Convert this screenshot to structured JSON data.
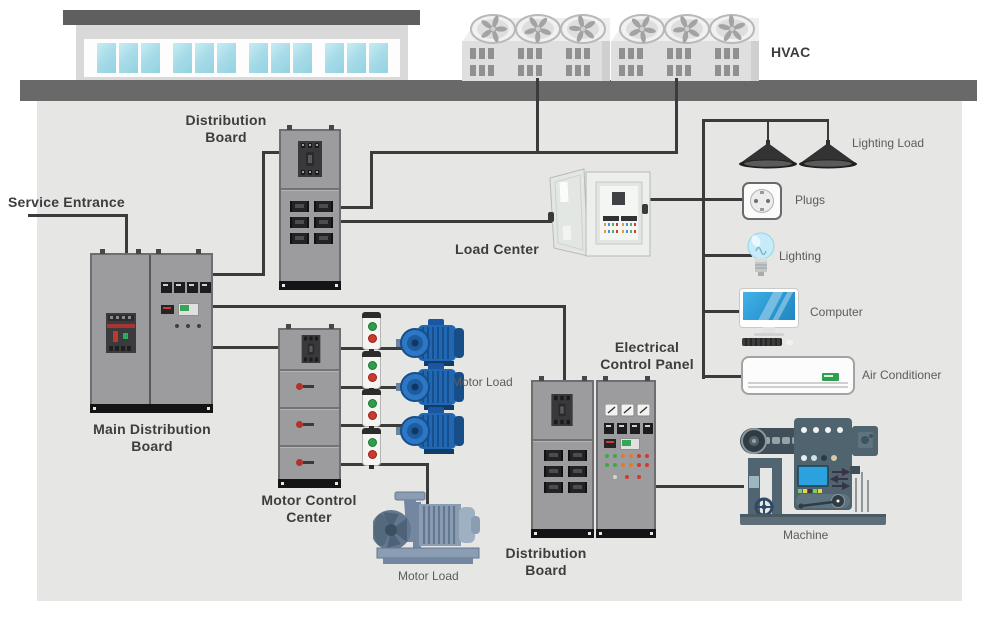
{
  "labels": {
    "hvac": "HVAC",
    "service_entrance": "Service Entrance",
    "distribution_board_top": [
      "Distribution",
      "Board"
    ],
    "load_center": "Load Center",
    "main_distribution_board": [
      "Main Distribution",
      "Board"
    ],
    "motor_control_center": [
      "Motor Control",
      "Center"
    ],
    "motor_load_motors": "Motor Load",
    "motor_load_pump": "Motor Load",
    "electrical_control_panel": [
      "Electrical",
      "Control Panel"
    ],
    "distribution_board_bottom": [
      "Distribution",
      "Board"
    ],
    "machine": "Machine",
    "lighting_load": "Lighting Load",
    "plugs": "Plugs",
    "lighting": "Lighting",
    "computer": "Computer",
    "air_conditioner": "Air Conditioner"
  },
  "colors": {
    "page_background": "#ffffff",
    "room_fill": "#e6e6e4",
    "beam_gray": "#696969",
    "roof_gray": "#5f5f5f",
    "wire": "#3b3b3b",
    "cabinet_gray": "#9c9c9e",
    "cabinet_base_black": "#141414",
    "window_glass_cyan": "#a9dce8",
    "motor_blue": "#2068b4",
    "pump_steel_blue": "#8b9db3",
    "machine_slate": "#4f646f",
    "screen_blue": "#2ba1df",
    "indicator_green": "#3aa94e",
    "indicator_red": "#d23b2e",
    "indicator_orange": "#e07b2a"
  },
  "icons": {
    "building": "factory facade with cyan windows",
    "hvac_unit": "rooftop unit with three fans",
    "pendant_lamp": "black cone pendant lamp",
    "power_socket": "schuko wall socket",
    "light_bulb": "cyan incandescent bulb",
    "computer_monitor": "blue-screen monitor with keyboard",
    "air_conditioner_unit": "white split AC unit",
    "electric_motor": "blue three-phase motor",
    "motor_starter": "DOL starter with start/stop buttons",
    "centrifugal_pump": "steel pump with motor",
    "industrial_machine": "slate production machine",
    "load_center_panel": "wall panel with open door"
  }
}
